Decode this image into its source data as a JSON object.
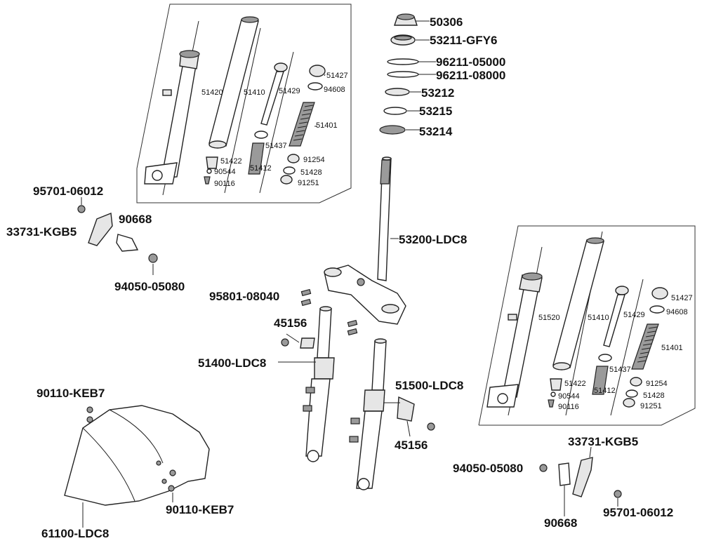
{
  "labels": {
    "p50306": "50306",
    "p53211": "53211-GFY6",
    "p96211_05": "96211-05000",
    "p96211_08": "96211-08000",
    "p53212": "53212",
    "p53215": "53215",
    "p53214": "53214",
    "p53200": "53200-LDC8",
    "p95801": "95801-08040",
    "p45156a": "45156",
    "p51400": "51400-LDC8",
    "p51500": "51500-LDC8",
    "p45156b": "45156",
    "p95701a": "95701-06012",
    "p33731a": "33731-KGB5",
    "p90668a": "90668",
    "p94050a": "94050-05080",
    "p90110a": "90110-KEB7",
    "p90110b": "90110-KEB7",
    "p61100": "61100-LDC8",
    "p33731b": "33731-KGB5",
    "p94050b": "94050-05080",
    "p90668b": "90668",
    "p95701b": "95701-06012"
  },
  "left_box": {
    "p51420": "51420",
    "p51410": "51410",
    "p51429": "51429",
    "p51427": "51427",
    "p94608": "94608",
    "p51401": "51401",
    "p51437": "51437",
    "p51422": "51422",
    "p51412": "51412",
    "p91254": "91254",
    "p90544": "90544",
    "p51428": "51428",
    "p90116": "90116",
    "p91251": "91251"
  },
  "right_box": {
    "p51520": "51520",
    "p51410": "51410",
    "p51429": "51429",
    "p51427": "51427",
    "p94608": "94608",
    "p51401": "51401",
    "p51437": "51437",
    "p51422": "51422",
    "p51412": "51412",
    "p91254": "91254",
    "p90544": "90544",
    "p51428": "51428",
    "p90116": "90116",
    "p91251": "91251"
  }
}
